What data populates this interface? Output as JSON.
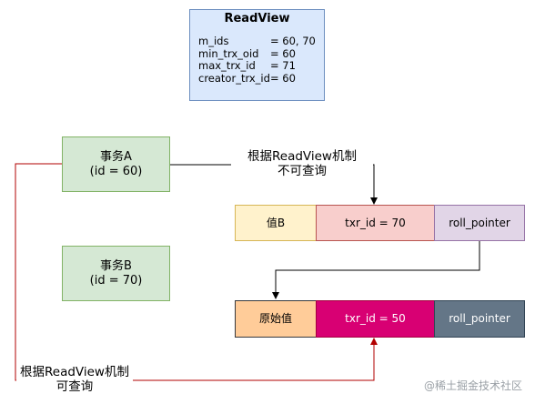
{
  "readview": {
    "title": "ReadView",
    "rows": [
      {
        "key": "m_ids",
        "value": "= 60, 70"
      },
      {
        "key": "min_trx_oid",
        "value": "= 60"
      },
      {
        "key": "max_trx_id",
        "value": "= 71"
      },
      {
        "key": "creator_trx_id",
        "value": "= 60"
      }
    ]
  },
  "transactions": {
    "a": {
      "name": "事务A",
      "id": "(id = 60)"
    },
    "b": {
      "name": "事务B",
      "id": "(id = 70)"
    }
  },
  "record_new": {
    "value": "值B",
    "trx": "txr_id = 70",
    "roll": "roll_pointer",
    "colors": {
      "value": "#fff2cc",
      "trx": "#f8cecc",
      "roll": "#e1d5e7"
    }
  },
  "record_old": {
    "value": "原始值",
    "trx": "txr_id = 50",
    "roll": "roll_pointer",
    "colors": {
      "value": "#ffcc99",
      "trx": "#d80073",
      "roll": "#647687"
    }
  },
  "edges": {
    "a_label_line1": "根据ReadView机制",
    "a_label_line2": "不可查询",
    "b_label_line1": "根据ReadView机制",
    "b_label_line2": "可查询"
  },
  "watermark": "@稀土掘金技术社区"
}
